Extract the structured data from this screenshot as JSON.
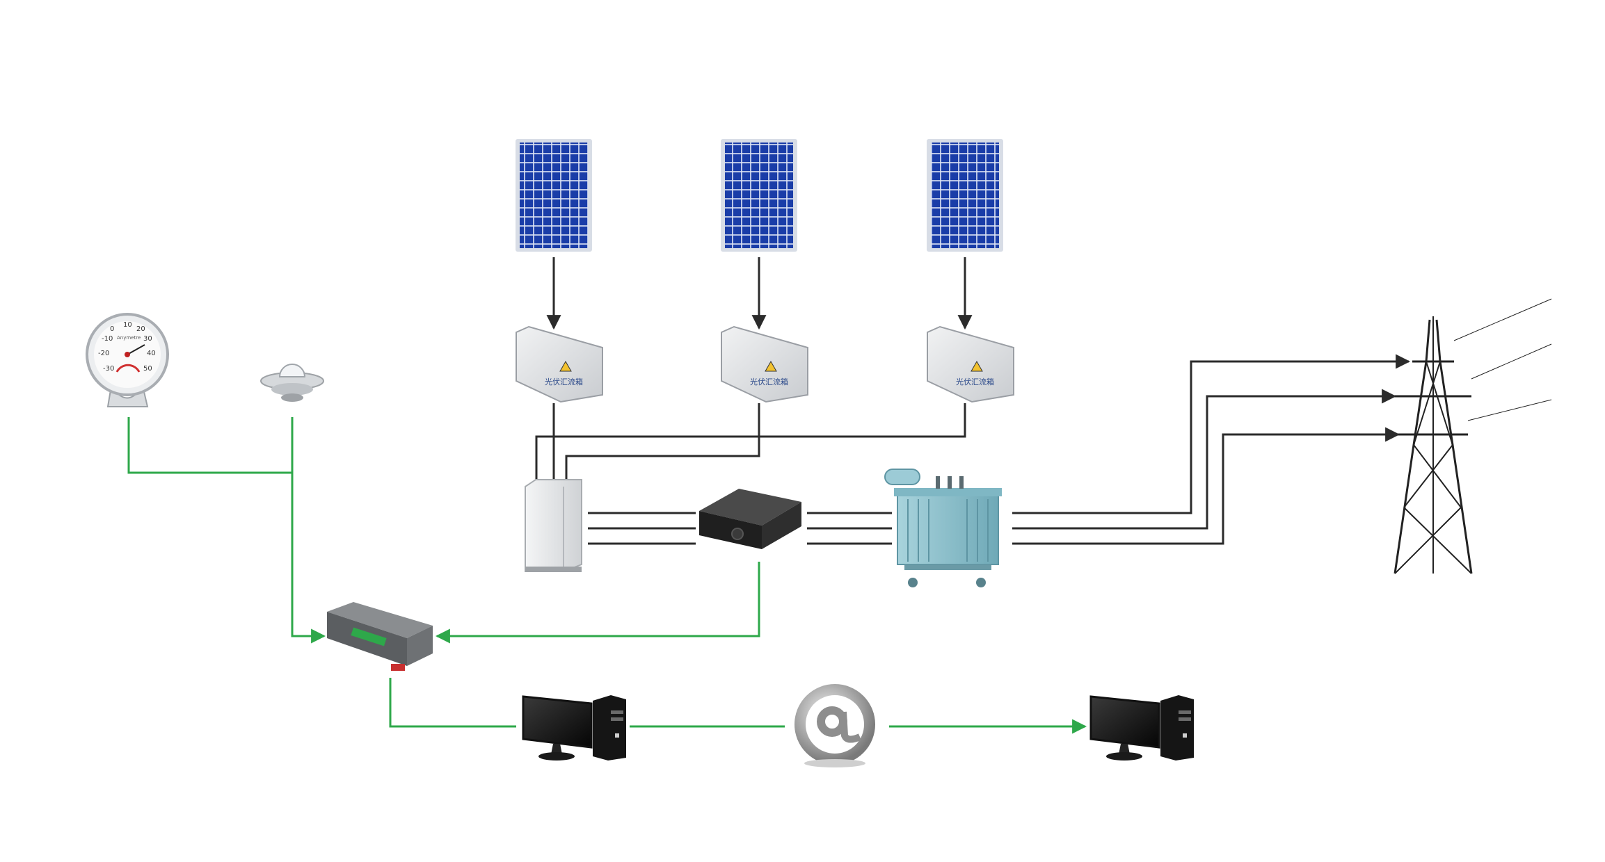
{
  "colors": {
    "background": "#ffffff",
    "power_line": "#2b2b2b",
    "data_line": "#2ea84a",
    "panel_blue": "#1a3da8",
    "panel_frame": "#cfd6e0",
    "box_gray": "#e2e4e6",
    "transformer": "#8fc3cf",
    "inverter": "#2e2e2e"
  },
  "thermometer": {
    "brand": "Anymetre",
    "scale": [
      "-30",
      "-20",
      "-10",
      "0",
      "10",
      "20",
      "30",
      "40",
      "50"
    ]
  },
  "combiner_box_label": "光伏汇流箱",
  "icons": {
    "thermometer": "thermometer-hygrometer-icon",
    "irradiance": "irradiance-sensor-icon",
    "solar_panel": "solar-panel-icon",
    "combiner_box": "combiner-box-icon",
    "cabinet": "distribution-cabinet-icon",
    "inverter": "inverter-icon",
    "transformer": "transformer-icon",
    "pylon": "transmission-tower-icon",
    "collector": "data-collector-icon",
    "computer": "desktop-computer-icon",
    "internet": "at-sign-internet-icon"
  }
}
